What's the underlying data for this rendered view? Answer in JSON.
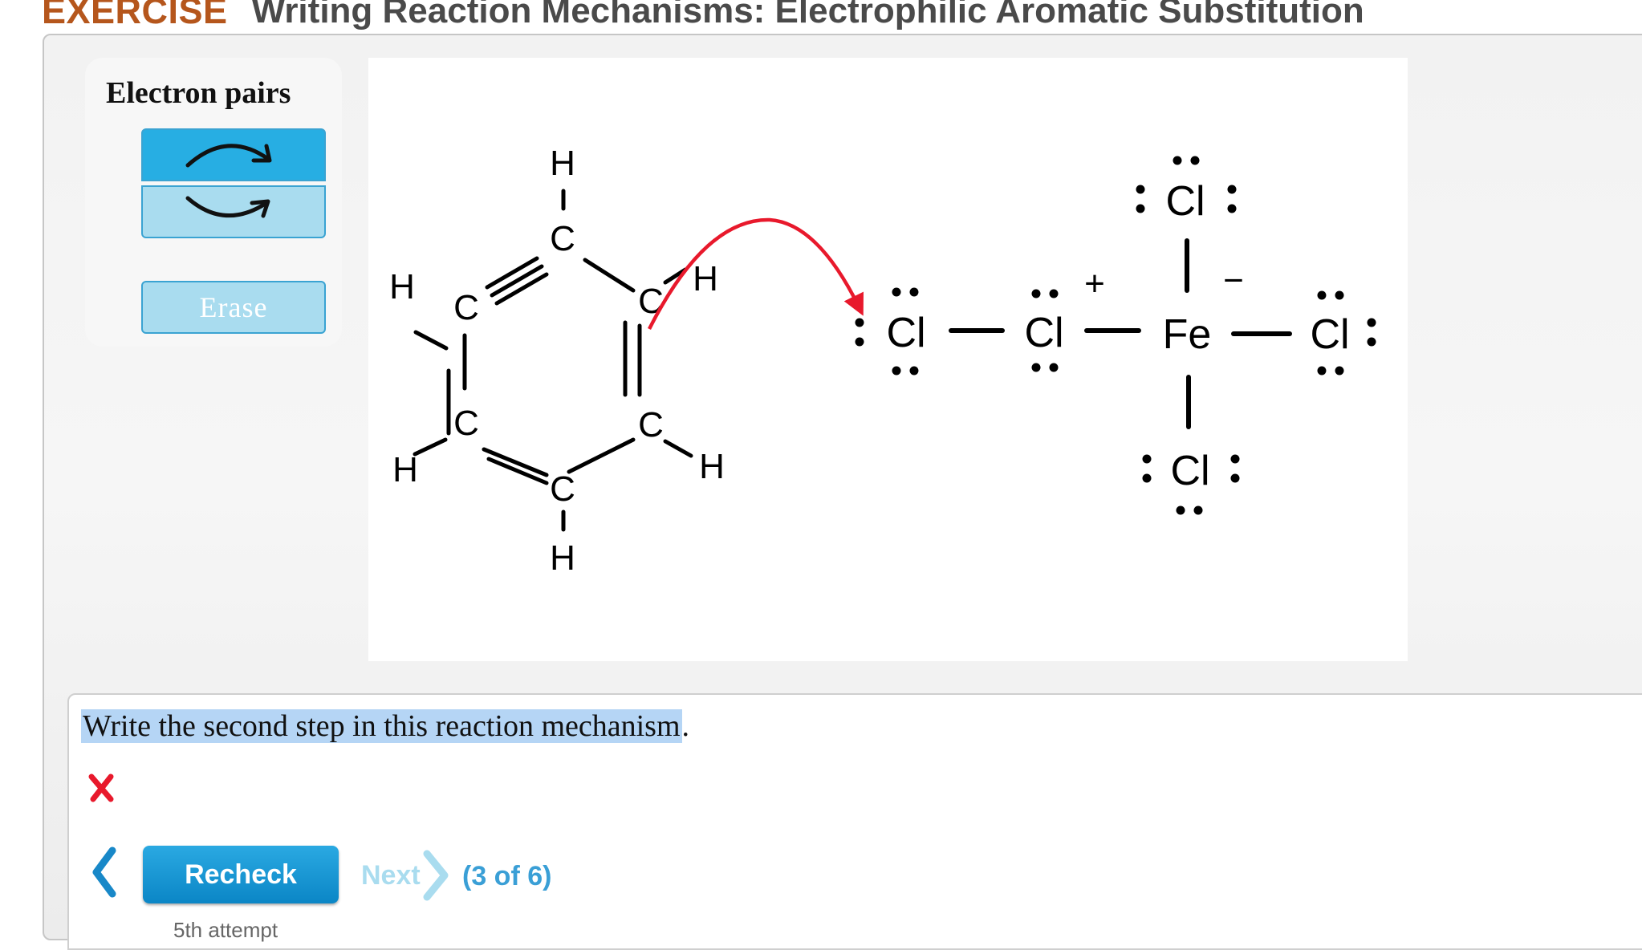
{
  "header": {
    "label": "EXERCISE",
    "title": "Writing Reaction Mechanisms: Electrophilic Aromatic Substitution"
  },
  "tools": {
    "title": "Electron pairs",
    "erase_label": "Erase",
    "icons": [
      "double-arrow-curve-icon",
      "single-arrow-curve-icon"
    ]
  },
  "molecule": {
    "atoms": {
      "c_top": "C",
      "c_ur": "C",
      "c_lr": "C",
      "c_bot": "C",
      "c_ll": "C",
      "c_ul": "C",
      "h_top": "H",
      "h_ur": "H",
      "h_lr": "H",
      "h_bot": "H",
      "h_ll": "H",
      "h_ul": "H",
      "cl_left": "Cl",
      "cl_bridge": "Cl",
      "fe": "Fe",
      "cl_top": "Cl",
      "cl_right": "Cl",
      "cl_bottom": "Cl"
    },
    "charges": {
      "plus": "+",
      "minus": "−"
    },
    "colors": {
      "arrow": "#e8192c",
      "bond": "#000000"
    }
  },
  "question": {
    "prompt_selected": "Write the second step in this reaction mechanism",
    "prompt_end": ".",
    "status_icon": "red-x-icon",
    "status_color": "#e8192c",
    "recheck_label": "Recheck",
    "next_label": "Next",
    "progress": "(3 of 6)",
    "attempt": "5th attempt"
  }
}
